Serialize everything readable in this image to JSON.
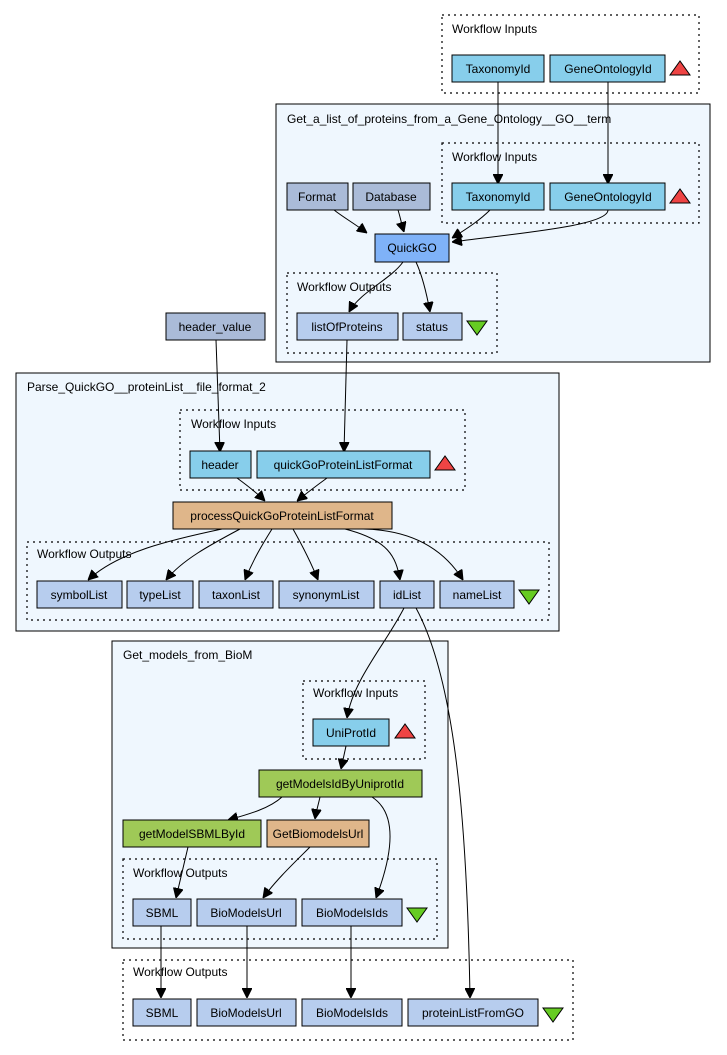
{
  "colors": {
    "input_port": "#87ceeb",
    "output_port": "#b7cdee",
    "constant": "#aabbd8",
    "service_quickgo": "#7fb2f8",
    "beanshell": "#dfb68a",
    "wsdl": "#9fc957",
    "subworkflow_bg": "#eff7fe",
    "input_marker": "#ee4444",
    "output_marker": "#66cc22"
  },
  "groups": {
    "top_inputs": "Workflow Inputs",
    "get_list": "Get_a_list_of_proteins_from_a_Gene_Ontology__GO__term",
    "get_list_inputs": "Workflow Inputs",
    "get_list_outputs": "Workflow Outputs",
    "parse": "Parse_QuickGO__proteinList__file_format_2",
    "parse_inputs": "Workflow Inputs",
    "parse_outputs": "Workflow Outputs",
    "biom": "Get_models_from_BioM",
    "biom_inputs": "Workflow Inputs",
    "biom_outputs": "Workflow Outputs",
    "final_outputs": "Workflow Outputs"
  },
  "nodes": {
    "top_taxonomy": "TaxonomyId",
    "top_geneontology": "GeneOntologyId",
    "format": "Format",
    "database": "Database",
    "in_taxonomy": "TaxonomyId",
    "in_geneontology": "GeneOntologyId",
    "quickgo": "QuickGO",
    "list_of_proteins": "listOfProteins",
    "status": "status",
    "header_value": "header_value",
    "header": "header",
    "quickgo_protein_list_format": "quickGoProteinListFormat",
    "process": "processQuickGoProteinListFormat",
    "symbol_list": "symbolList",
    "type_list": "typeList",
    "taxon_list": "taxonList",
    "synonym_list": "synonymList",
    "id_list": "idList",
    "name_list": "nameList",
    "uniprot_id": "UniProtId",
    "get_models_id": "getModelsIdByUniprotId",
    "get_model_sbml": "getModelSBMLById",
    "get_biomodels_url": "GetBiomodelsUrl",
    "biom_sbml": "SBML",
    "biom_biomodels_url": "BioModelsUrl",
    "biom_biomodels_ids": "BioModelsIds",
    "out_sbml": "SBML",
    "out_biomodels_url": "BioModelsUrl",
    "out_biomodels_ids": "BioModelsIds",
    "out_protein_list": "proteinListFromGO"
  }
}
